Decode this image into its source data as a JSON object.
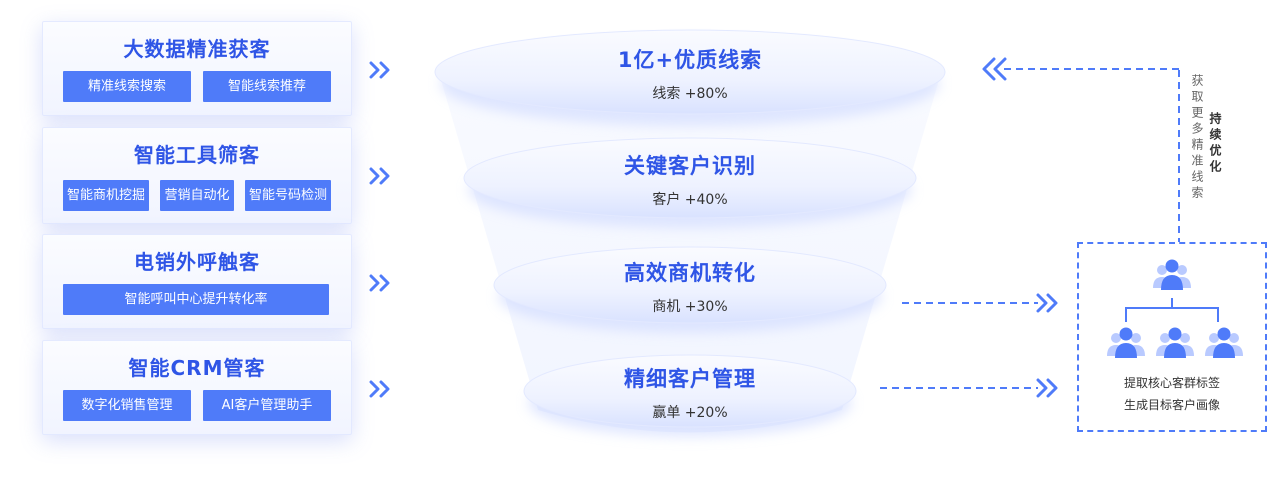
{
  "colors": {
    "accent": "#4f7bf9",
    "title": "#2f55e6",
    "text": "#333333",
    "muted": "#666666"
  },
  "stages": [
    {
      "title": "大数据精准获客",
      "buttons": [
        "精准线索搜索",
        "智能线索推荐"
      ]
    },
    {
      "title": "智能工具筛客",
      "buttons": [
        "智能商机挖掘",
        "营销自动化",
        "智能号码检测"
      ]
    },
    {
      "title": "电销外呼触客",
      "buttons": [
        "智能呼叫中心提升转化率"
      ]
    },
    {
      "title": "智能CRM管客",
      "buttons": [
        "数字化销售管理",
        "AI客户管理助手"
      ]
    }
  ],
  "funnel": [
    {
      "title": "1亿+优质线索",
      "sub": "线索 +80%"
    },
    {
      "title": "关键客户识别",
      "sub": "客户 +40%"
    },
    {
      "title": "高效商机转化",
      "sub": "商机 +30%"
    },
    {
      "title": "精细客户管理",
      "sub": "赢单 +20%"
    }
  ],
  "feedback": {
    "left_column": "获取更多精准线索",
    "right_column": "持续优化"
  },
  "profile": {
    "line1": "提取核心客群标签",
    "line2": "生成目标客户画像",
    "icon": "user-group-icon"
  }
}
